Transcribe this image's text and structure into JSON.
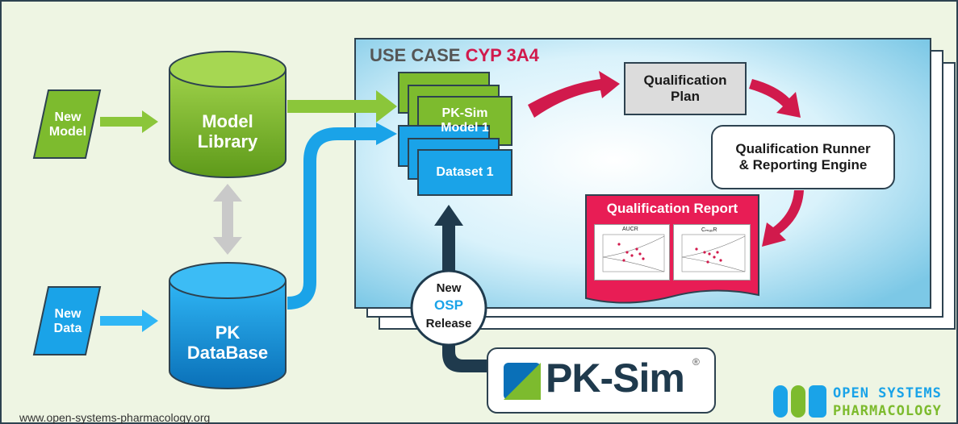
{
  "inputs": {
    "new_model": "New\nModel",
    "new_data": "New\nData"
  },
  "stores": {
    "model_library": "Model\nLibrary",
    "pk_database": "PK\nDataBase"
  },
  "use_case": {
    "prefix": "USE CASE",
    "highlight": "CYP 3A4"
  },
  "cards": {
    "pksim_model": "PK-Sim\nModel 1",
    "dataset": "Dataset 1"
  },
  "steps": {
    "plan": "Qualification\nPlan",
    "runner": "Qualification Runner\n& Reporting Engine",
    "report": "Qualification Report"
  },
  "report_charts": {
    "left": "AUCR",
    "right": "CₘₐₓR"
  },
  "release": {
    "line1": "New",
    "line2": "Release",
    "logo": "OSP"
  },
  "pksim_logo": {
    "text": "PK-Sim",
    "mark": "®"
  },
  "footer": {
    "url": "www.open-systems-pharmacology.org"
  },
  "osp_logo": {
    "mark": "OSP",
    "line1": "OPEN SYSTEMS",
    "line2": "PHARMACOLOGY"
  },
  "colors": {
    "green": "#7dbb2e",
    "blue": "#1aa3e8",
    "red": "#d11a4c",
    "navy": "#1f3a4d",
    "bg": "#eef5e3"
  }
}
